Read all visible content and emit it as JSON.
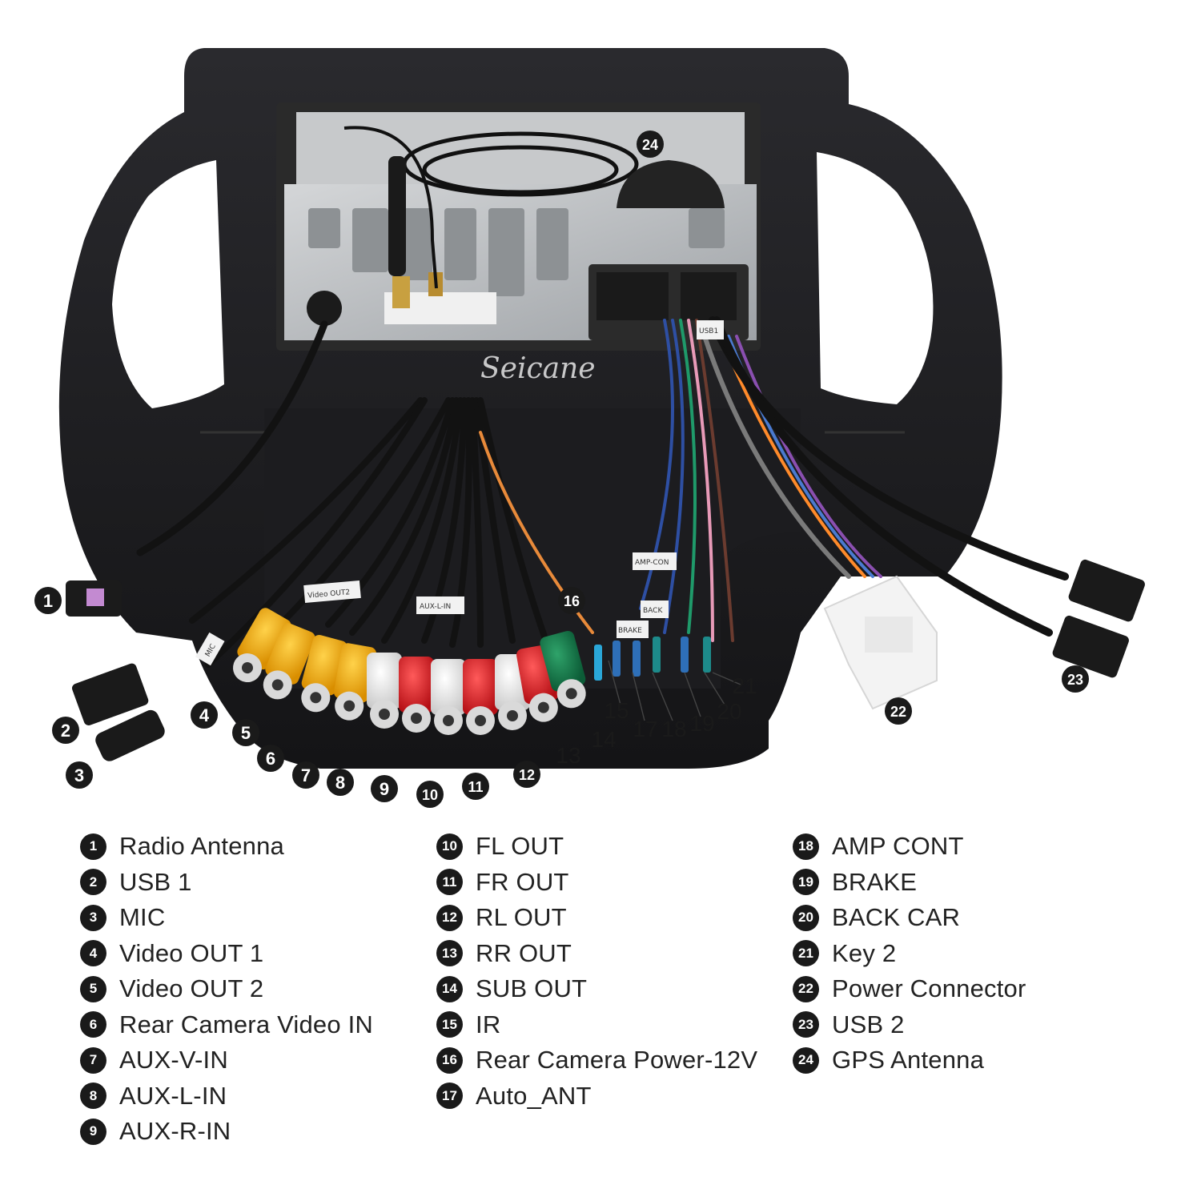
{
  "brand": "Seicane",
  "diagram": {
    "tags": {
      "mic": "MIC",
      "usb": "USB1",
      "video_out": "Video OUT2",
      "aux": "AUX-L-IN",
      "back": "BACK",
      "brake": "BRAKE",
      "amp": "AMP-CON"
    },
    "callouts": [
      {
        "n": "1",
        "type": "disc"
      },
      {
        "n": "2",
        "type": "disc"
      },
      {
        "n": "3",
        "type": "disc"
      },
      {
        "n": "4",
        "type": "disc"
      },
      {
        "n": "5",
        "type": "disc"
      },
      {
        "n": "6",
        "type": "disc"
      },
      {
        "n": "7",
        "type": "disc"
      },
      {
        "n": "8",
        "type": "disc"
      },
      {
        "n": "9",
        "type": "disc"
      },
      {
        "n": "10",
        "type": "disc"
      },
      {
        "n": "11",
        "type": "disc"
      },
      {
        "n": "12",
        "type": "disc"
      },
      {
        "n": "13",
        "type": "text"
      },
      {
        "n": "14",
        "type": "text"
      },
      {
        "n": "15",
        "type": "text"
      },
      {
        "n": "16",
        "type": "disc"
      },
      {
        "n": "17",
        "type": "text"
      },
      {
        "n": "18",
        "type": "text"
      },
      {
        "n": "19",
        "type": "text"
      },
      {
        "n": "20",
        "type": "text"
      },
      {
        "n": "21",
        "type": "text"
      },
      {
        "n": "22",
        "type": "disc"
      },
      {
        "n": "23",
        "type": "disc"
      },
      {
        "n": "24",
        "type": "disc"
      }
    ]
  },
  "legend": {
    "col1": [
      {
        "n": "1",
        "label": "Radio Antenna"
      },
      {
        "n": "2",
        "label": "USB 1"
      },
      {
        "n": "3",
        "label": "MIC"
      },
      {
        "n": "4",
        "label": "Video OUT 1"
      },
      {
        "n": "5",
        "label": "Video OUT 2"
      },
      {
        "n": "6",
        "label": "Rear Camera Video IN"
      },
      {
        "n": "7",
        "label": "AUX-V-IN"
      },
      {
        "n": "8",
        "label": "AUX-L-IN"
      },
      {
        "n": "9",
        "label": "AUX-R-IN"
      }
    ],
    "col2": [
      {
        "n": "10",
        "label": "FL OUT"
      },
      {
        "n": "11",
        "label": "FR OUT"
      },
      {
        "n": "12",
        "label": "RL OUT"
      },
      {
        "n": "13",
        "label": "RR OUT"
      },
      {
        "n": "14",
        "label": "SUB OUT"
      },
      {
        "n": "15",
        "label": "IR"
      },
      {
        "n": "16",
        "label": "Rear Camera Power-12V"
      },
      {
        "n": "17",
        "label": "Auto_ANT"
      }
    ],
    "col3": [
      {
        "n": "18",
        "label": "AMP CONT"
      },
      {
        "n": "19",
        "label": "BRAKE"
      },
      {
        "n": "20",
        "label": "BACK CAR"
      },
      {
        "n": "21",
        "label": "Key 2"
      },
      {
        "n": "22",
        "label": "Power Connector"
      },
      {
        "n": "23",
        "label": "USB 2"
      },
      {
        "n": "24",
        "label": "GPS Antenna"
      }
    ]
  }
}
